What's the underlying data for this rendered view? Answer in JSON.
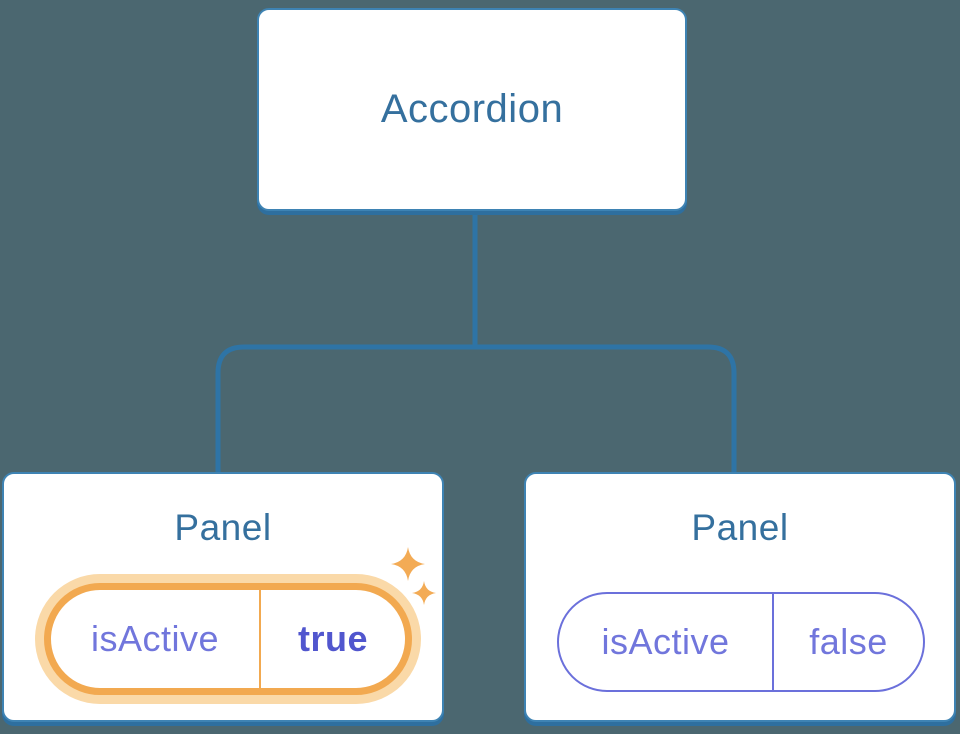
{
  "diagram": {
    "root": {
      "label": "Accordion"
    },
    "panels": [
      {
        "label": "Panel",
        "prop": "isActive",
        "value": "true",
        "state": "active",
        "decorated_with": "sparkles-icon"
      },
      {
        "label": "Panel",
        "prop": "isActive",
        "value": "false",
        "state": "inactive"
      }
    ]
  },
  "colors": {
    "background": "#4B6770",
    "card_bg": "#FFFFFF",
    "card_border": "#3E83B3",
    "card_bottom_edge": "#2E6F9F",
    "connector": "#2E74A6",
    "heading_text": "#35709E",
    "prop_text": "#7176DC",
    "active_value_text": "#5156CE",
    "inactive_pill_border": "#6B70DB",
    "highlight_border": "#F2A950",
    "highlight_halo": "#FAD9A8",
    "sparkle": "#F3AB55"
  }
}
